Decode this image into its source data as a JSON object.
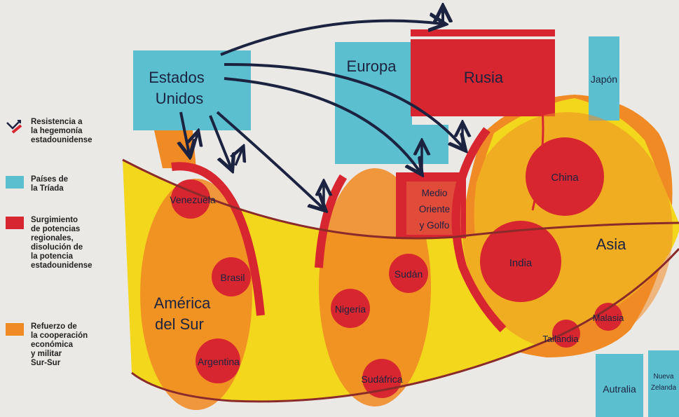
{
  "colors": {
    "triad": "#5bbfcf",
    "regional": "#d7262f",
    "cooperation": "#f08a24",
    "asia_yellow": "#f2d71d",
    "arrow": "#1c2340",
    "background": "#ebe9e6"
  },
  "legend": [
    {
      "icon": "resistance-arrow-icon",
      "label": "Resistencia a\nla hegemonía\nestadounidense"
    },
    {
      "color": "#5bbfcf",
      "label": "Países de\nla Tríada"
    },
    {
      "color": "#d7262f",
      "label": "Surgimiento\nde potencias\nregionales,\ndisolución de\nla potencia\nestadounidense"
    },
    {
      "color": "#f08a24",
      "label": "Refuerzo de\nla cooperación\neconómica\ny militar\nSur-Sur"
    }
  ],
  "triad": {
    "usa": [
      "Estados",
      "Unidos"
    ],
    "europe": "Europa",
    "japan": "Japón",
    "australia": "Autralia",
    "new_zealand": [
      "Nueva",
      "Zelanda"
    ]
  },
  "regions": {
    "south_america": [
      "América",
      "del Sur"
    ],
    "asia": "Asia",
    "russia": "Rusia",
    "middle_east": [
      "Medio",
      "Oriente",
      "y Golfo"
    ]
  },
  "countries": {
    "venezuela": "Venezuela",
    "brasil": "Brasil",
    "argentina": "Argentina",
    "nigeria": "Nigeria",
    "sudan": "Sudán",
    "sudafrica": "Sudáfrica",
    "china": "China",
    "india": "India",
    "tailandia": "Tailandia",
    "malasia": "Malasia"
  }
}
